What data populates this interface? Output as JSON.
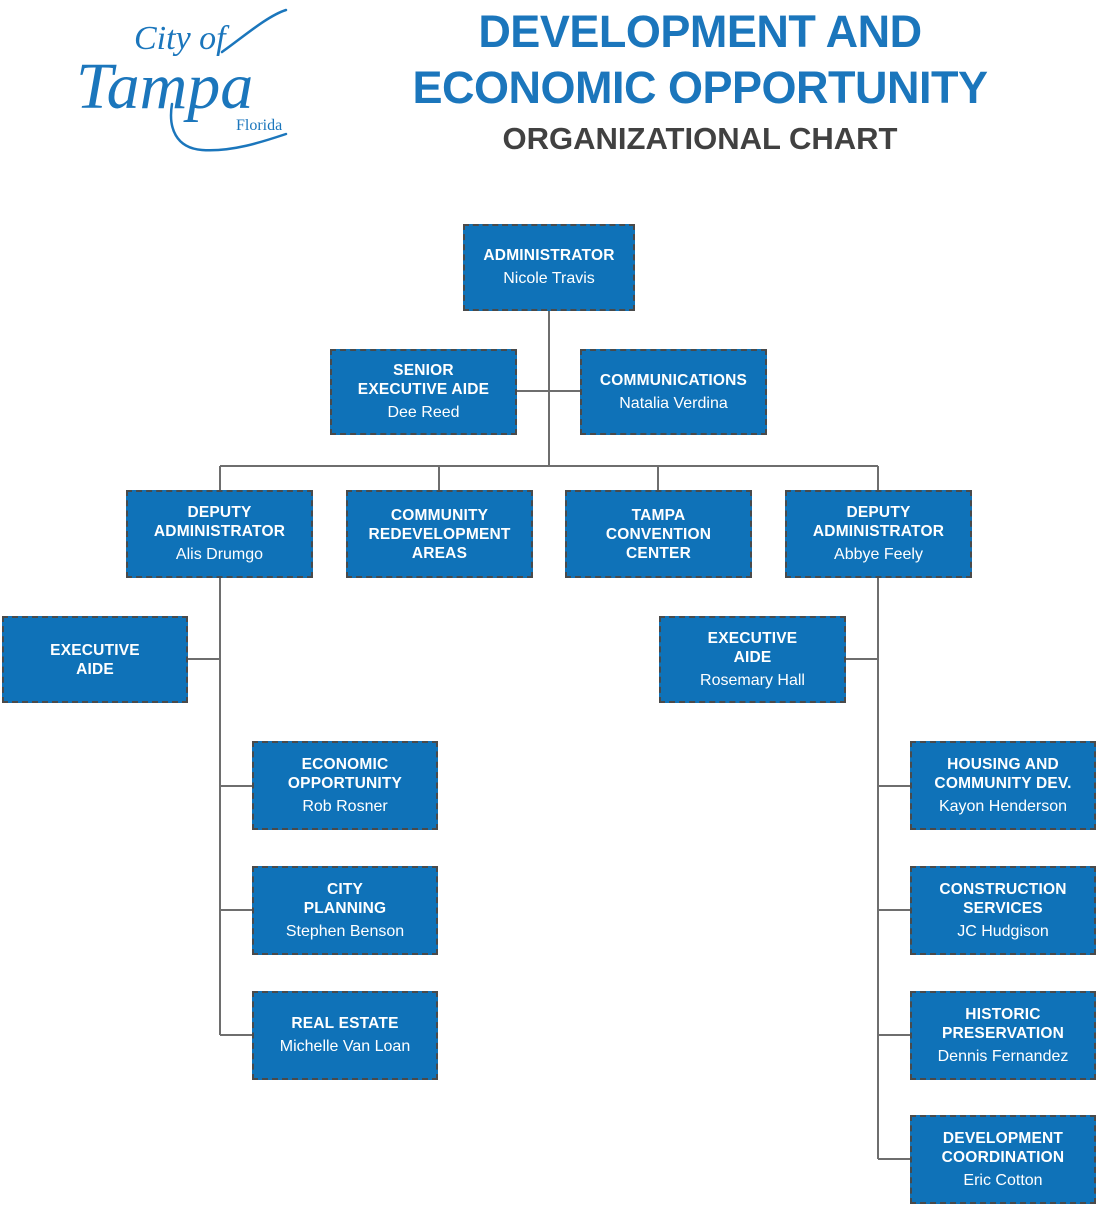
{
  "header": {
    "logo": {
      "name": "city-of-tampa-logo",
      "line1": "City of",
      "line2": "Tampa",
      "line3": "Florida"
    },
    "title_line_1": "DEVELOPMENT AND",
    "title_line_2": "ECONOMIC OPPORTUNITY",
    "subtitle": "ORGANIZATIONAL CHART"
  },
  "colors": {
    "box_fill": "#0F72B8",
    "box_border": "#4A4A4A",
    "title_blue": "#1B76BC",
    "subtitle_gray": "#414141",
    "connector": "#6E6E6E"
  },
  "nodes": [
    {
      "id": "administrator",
      "title": "ADMINISTRATOR",
      "name": "Nicole Travis"
    },
    {
      "id": "senior-executive-aide",
      "title": "SENIOR\nEXECUTIVE AIDE",
      "name": "Dee Reed"
    },
    {
      "id": "communications",
      "title": "COMMUNICATIONS",
      "name": "Natalia Verdina"
    },
    {
      "id": "deputy-administrator-left",
      "title": "DEPUTY\nADMINISTRATOR",
      "name": "Alis Drumgo"
    },
    {
      "id": "community-redevelopment",
      "title": "COMMUNITY\nREDEVELOPMENT\nAREAS",
      "name": ""
    },
    {
      "id": "tampa-convention-center",
      "title": "TAMPA\nCONVENTION CENTER",
      "name": ""
    },
    {
      "id": "deputy-administrator-right",
      "title": "DEPUTY\nADMINISTRATOR",
      "name": "Abbye Feely"
    },
    {
      "id": "executive-aide-left",
      "title": "EXECUTIVE\nAIDE",
      "name": ""
    },
    {
      "id": "executive-aide-right",
      "title": "EXECUTIVE\nAIDE",
      "name": "Rosemary Hall"
    },
    {
      "id": "economic-opportunity",
      "title": "ECONOMIC\nOPPORTUNITY",
      "name": "Rob Rosner"
    },
    {
      "id": "city-planning",
      "title": "CITY\nPLANNING",
      "name": "Stephen Benson"
    },
    {
      "id": "real-estate",
      "title": "REAL ESTATE",
      "name": "Michelle Van Loan"
    },
    {
      "id": "housing-community-dev",
      "title": "HOUSING AND\nCOMMUNITY DEV.",
      "name": "Kayon Henderson"
    },
    {
      "id": "construction-services",
      "title": "CONSTRUCTION\nSERVICES",
      "name": "JC Hudgison"
    },
    {
      "id": "historic-preservation",
      "title": "HISTORIC\nPRESERVATION",
      "name": "Dennis Fernandez"
    },
    {
      "id": "development-coordination",
      "title": "DEVELOPMENT\nCOORDINATION",
      "name": "Eric Cotton"
    }
  ]
}
